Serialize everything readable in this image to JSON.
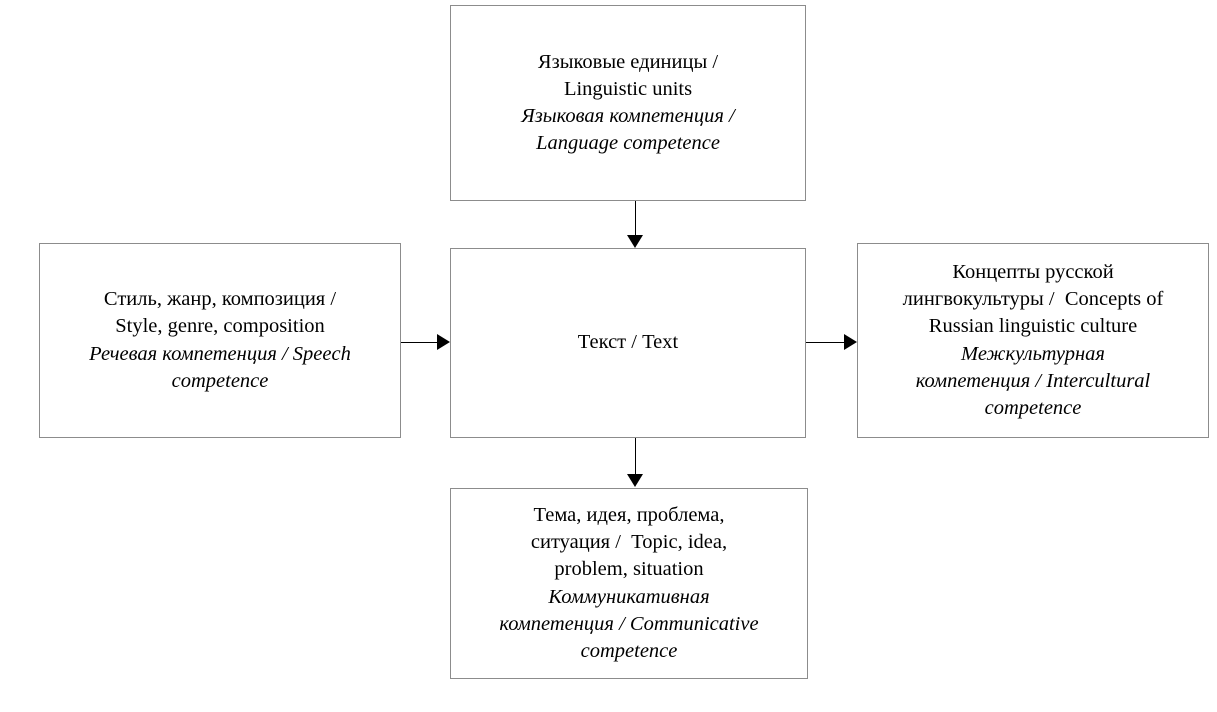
{
  "diagram": {
    "type": "flow-diagram",
    "background_color": "#ffffff",
    "border_color": "#8c8c8c",
    "text_color": "#000000",
    "nodes": [
      {
        "id": "linguistic-units",
        "roman_lines": [
          "Языковые единицы /",
          "Linguistic units"
        ],
        "italic_lines": [
          "Языковая компетенция /",
          "Language competence"
        ]
      },
      {
        "id": "style-genre",
        "roman_lines": [
          "Стиль, жанр, композиция /",
          "Style, genre, composition"
        ],
        "italic_lines": [
          "Речевая компетенция / Speech",
          "competence"
        ]
      },
      {
        "id": "text",
        "roman_lines": [
          "Текст / Text"
        ],
        "italic_lines": []
      },
      {
        "id": "concepts",
        "roman_lines": [
          "Концепты русской",
          "лингвокультуры /  Concepts of",
          "Russian linguistic culture"
        ],
        "italic_lines": [
          "Межкультурная",
          "компетенция / Intercultural",
          "competence"
        ]
      },
      {
        "id": "topic-idea",
        "roman_lines": [
          "Тема, идея, проблема,",
          "ситуация /  Topic, idea,",
          "problem, situation"
        ],
        "italic_lines": [
          "Коммуникативная",
          "компетенция / Communicative",
          "competence"
        ]
      }
    ],
    "edges": [
      {
        "id": "units-to-text",
        "from": "linguistic-units",
        "to": "text",
        "direction": "down"
      },
      {
        "id": "style-to-text",
        "from": "style-genre",
        "to": "text",
        "direction": "right"
      },
      {
        "id": "text-to-concepts",
        "from": "text",
        "to": "concepts",
        "direction": "right"
      },
      {
        "id": "text-to-topic",
        "from": "text",
        "to": "topic-idea",
        "direction": "down"
      }
    ]
  }
}
